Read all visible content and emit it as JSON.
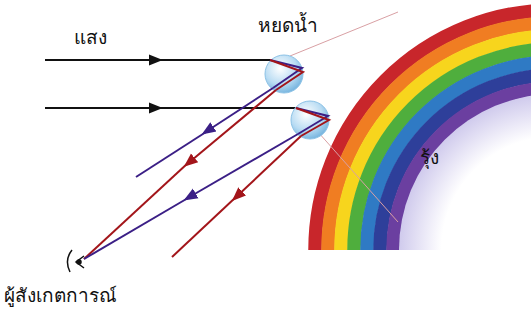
{
  "diagram": {
    "labels": [
      "แสง",
      "หยดน้ำ",
      "รุ้ง",
      "ผู้สังเกตการณ์"
    ]
  }
}
